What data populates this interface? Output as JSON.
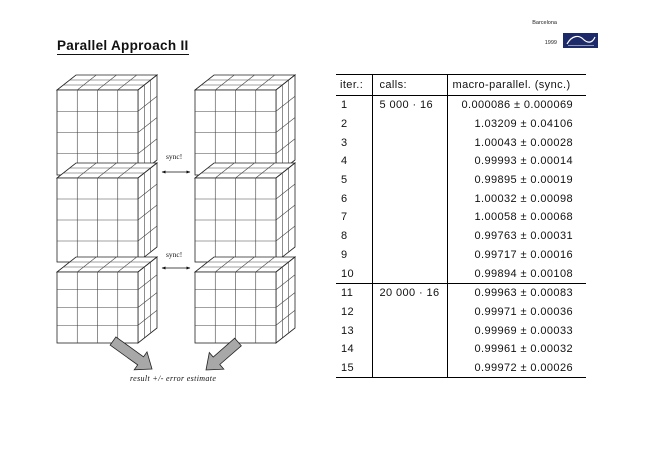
{
  "header": {
    "place": "Barcelona",
    "year": "1999"
  },
  "logo": {
    "icon": "workshop-logo",
    "color": "#1d2a6a"
  },
  "title": "Parallel Approach II",
  "diagram": {
    "sync_labels": [
      "sync!",
      "sync!"
    ],
    "caption": "result +/- error estimate",
    "arrow_color": "#a8a8a8",
    "icons": [
      "grid-cube",
      "sync-arrow",
      "merge-arrow"
    ]
  },
  "table": {
    "headers": {
      "iter": "iter.:",
      "calls": "calls:",
      "result": "macro-parallel. (sync.)"
    },
    "groups": [
      {
        "calls": "5 000 · 16",
        "rows": [
          {
            "iter": "1",
            "result": "0.000086 ± 0.000069"
          },
          {
            "iter": "2",
            "result": "1.03209 ± 0.04106"
          },
          {
            "iter": "3",
            "result": "1.00043 ± 0.00028"
          },
          {
            "iter": "4",
            "result": "0.99993 ± 0.00014"
          },
          {
            "iter": "5",
            "result": "0.99895 ± 0.00019"
          },
          {
            "iter": "6",
            "result": "1.00032 ± 0.00098"
          },
          {
            "iter": "7",
            "result": "1.00058 ± 0.00068"
          },
          {
            "iter": "8",
            "result": "0.99763 ± 0.00031"
          },
          {
            "iter": "9",
            "result": "0.99717 ± 0.00016"
          },
          {
            "iter": "10",
            "result": "0.99894 ± 0.00108"
          }
        ]
      },
      {
        "calls": "20 000 · 16",
        "rows": [
          {
            "iter": "11",
            "result": "0.99963 ± 0.00083"
          },
          {
            "iter": "12",
            "result": "0.99971 ± 0.00036"
          },
          {
            "iter": "13",
            "result": "0.99969 ± 0.00033"
          },
          {
            "iter": "14",
            "result": "0.99961 ± 0.00032"
          },
          {
            "iter": "15",
            "result": "0.99972 ± 0.00026"
          }
        ]
      }
    ]
  }
}
